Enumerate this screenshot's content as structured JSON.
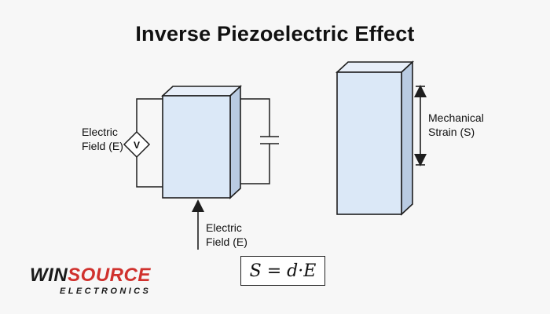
{
  "title": "Inverse Piezoelectric Effect",
  "left_block": {
    "source_label_line1": "Electric",
    "source_label_line2": "Field (E)",
    "source_symbol": "V",
    "bottom_label_line1": "Electric",
    "bottom_label_line2": "Field (E)"
  },
  "right_block": {
    "strain_label_line1": "Mechanical",
    "strain_label_line2": "Strain (S)"
  },
  "formula": "S = d·E",
  "brand": {
    "part1": "WIN",
    "part2": "SOURCE",
    "sub": "ELECTRONICS"
  },
  "colors": {
    "crystal_front": "#dbe8f7",
    "crystal_side": "#b9cbe2",
    "stroke": "#1e1e1e",
    "brand_red": "#d0312d"
  }
}
